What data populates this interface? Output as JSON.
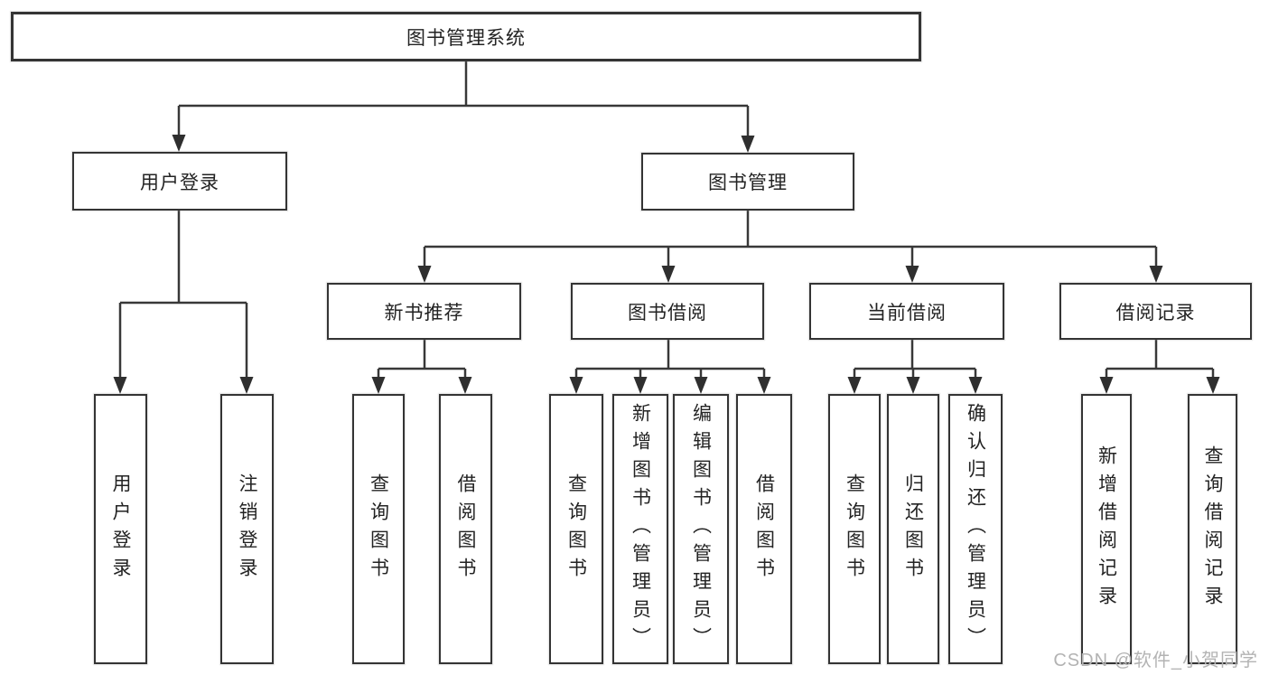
{
  "diagram": {
    "root": {
      "label": "图书管理系统"
    },
    "branches": [
      {
        "label": "用户登录",
        "leaves": [
          {
            "label": "用户登录"
          },
          {
            "label": "注销登录"
          }
        ]
      },
      {
        "label": "图书管理",
        "sections": [
          {
            "label": "新书推荐",
            "leaves": [
              {
                "label": "查询图书"
              },
              {
                "label": "借阅图书"
              }
            ]
          },
          {
            "label": "图书借阅",
            "leaves": [
              {
                "label": "查询图书"
              },
              {
                "label": "新增图书（管理员）"
              },
              {
                "label": "编辑图书（管理员）"
              },
              {
                "label": "借阅图书"
              }
            ]
          },
          {
            "label": "当前借阅",
            "leaves": [
              {
                "label": "查询图书"
              },
              {
                "label": "归还图书"
              },
              {
                "label": "确认归还（管理员）"
              }
            ]
          },
          {
            "label": "借阅记录",
            "leaves": [
              {
                "label": "新增借阅记录"
              },
              {
                "label": "查询借阅记录"
              }
            ]
          }
        ]
      }
    ]
  },
  "watermark": {
    "text": "CSDN @软件_小贺同学"
  },
  "colors": {
    "line": "#383838",
    "arrow": "#2f2f2f",
    "box_border": "#343434",
    "box_background": "#ffffff",
    "text": "#232323",
    "watermark": "#b3b3b3",
    "background": "#ffffff"
  }
}
